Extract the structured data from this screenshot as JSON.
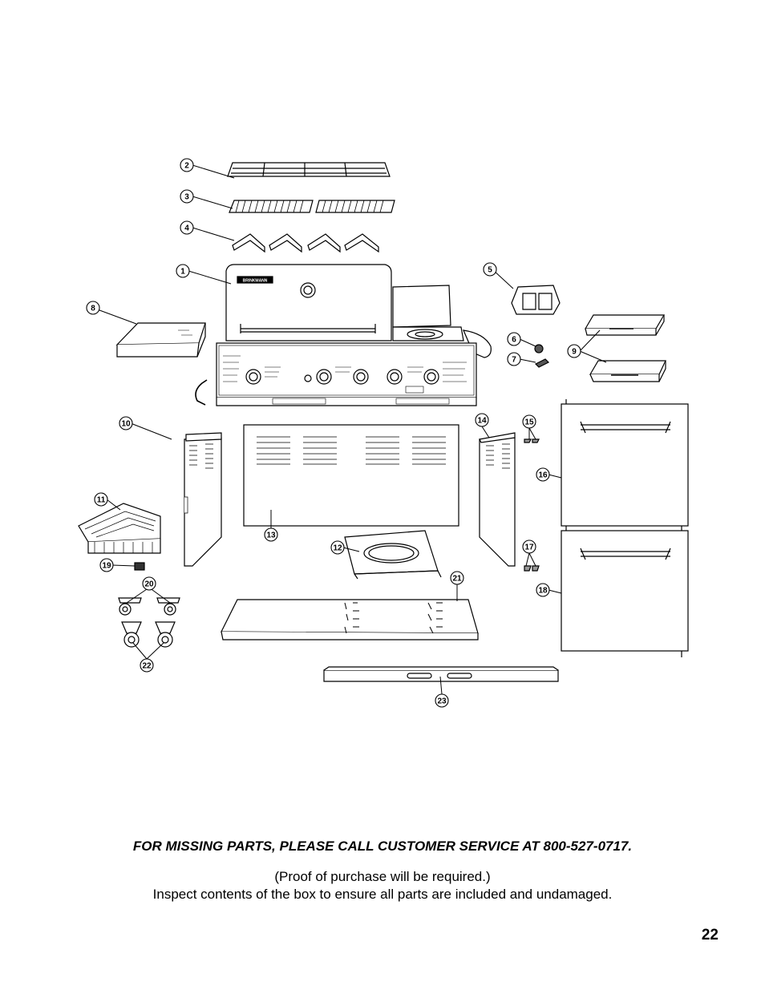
{
  "diagram": {
    "brand": "BRINKMANN",
    "parts": [
      "1",
      "2",
      "3",
      "4",
      "5",
      "6",
      "7",
      "8",
      "9",
      "10",
      "11",
      "12",
      "13",
      "14",
      "15",
      "16",
      "17",
      "18",
      "19",
      "20",
      "21",
      "22",
      "23"
    ]
  },
  "footer": {
    "missing_parts_notice": "FOR MISSING PARTS, PLEASE CALL CUSTOMER SERVICE AT 800-527-0717.",
    "proof_note": "(Proof of purchase will be required.)",
    "inspect_note": "Inspect contents of the box to ensure all parts are included and undamaged.",
    "page_number": "22"
  }
}
